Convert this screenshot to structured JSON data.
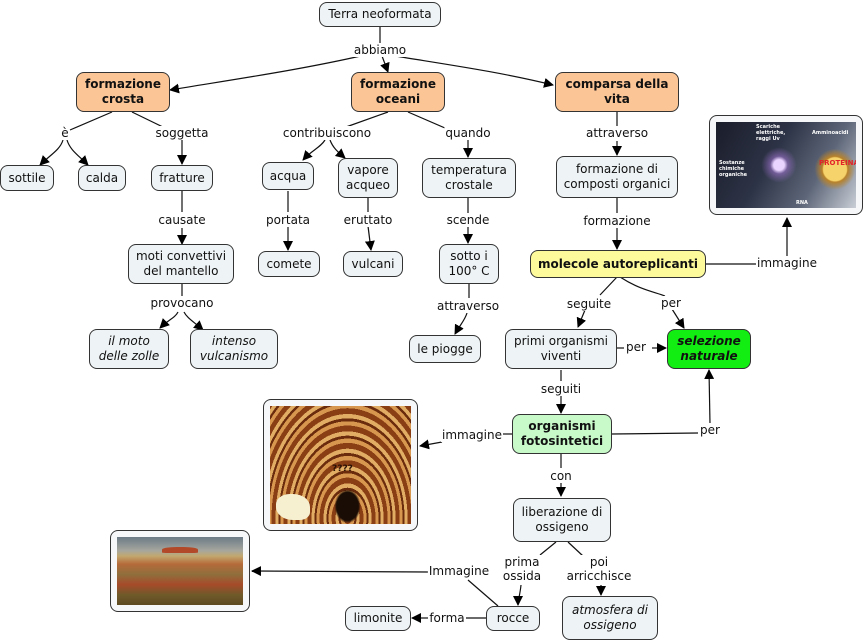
{
  "title": "Terra neoformata",
  "nodes": {
    "terra": "Terra neoformata",
    "formazione_crosta": "formazione\ncrosta",
    "formazione_oceani": "formazione\noceani",
    "comparsa_vita": "comparsa della\nvita",
    "sottile": "sottile",
    "calda": "calda",
    "fratture": "fratture",
    "moti_convettivi": "moti convettivi\ndel mantello",
    "moto_zolle": "il moto\ndelle zolle",
    "intenso_vulcanismo": "intenso\nvulcanismo",
    "acqua": "acqua",
    "vapore_acqueo": "vapore\nacqueo",
    "comete": "comete",
    "vulcani": "vulcani",
    "temperatura_crostale": "temperatura\ncrostale",
    "sotto_100": "sotto i\n100° C",
    "piogge": "le piogge",
    "composti_organici": "formazione di\ncomposti organici",
    "molecole": "molecole autoreplicanti",
    "primi_organismi": "primi organismi\nviventi",
    "selezione": "selezione\nnaturale",
    "fotosintetici": "organismi\nfotosintetici",
    "liberazione": "liberazione di\nossigeno",
    "rocce": "rocce",
    "limonite": "limonite",
    "atmosfera": "atmosfera di\nossigeno"
  },
  "links": {
    "abbiamo": "abbiamo",
    "e": "è",
    "soggetta": "soggetta",
    "causate": "causate",
    "provocano": "provocano",
    "contribuiscono": "contribuiscono",
    "portata": "portata",
    "eruttato": "eruttato",
    "quando": "quando",
    "scende": "scende",
    "attraverso_piogge": "attraverso",
    "attraverso_vita": "attraverso",
    "formazione": "formazione",
    "immagine_molecole": "immagine",
    "seguite": "seguite",
    "per_molecole": "per",
    "per_primi": "per",
    "seguiti": "seguiti",
    "per_fotosintetici": "per",
    "immagine_fotosintetici": "immagine",
    "con": "con",
    "prima_ossida": "prima\nossida",
    "poi_arricchisce": "poi\narricchisce",
    "immagine_rocce": "Immagine",
    "forma": "forma"
  },
  "images": {
    "molecule": {
      "alt": "molecule-formation-illustration",
      "labels": [
        "Scariche\nelettriche,\nraggi Uv",
        "Amminoacidi",
        "Sostanze\nchimiche\norganiche",
        "RNA"
      ],
      "highlight": "PROTEINA"
    },
    "stromatolite": {
      "alt": "stromatolite-photo",
      "label": "????"
    },
    "uluru": {
      "alt": "uluru-landscape-photo"
    }
  },
  "colors": {
    "orange": "#fcc596",
    "yellow": "#fdfa9c",
    "green": "#12ee12",
    "light_green": "#c7f9c9",
    "default_node": "#eef3f5"
  }
}
